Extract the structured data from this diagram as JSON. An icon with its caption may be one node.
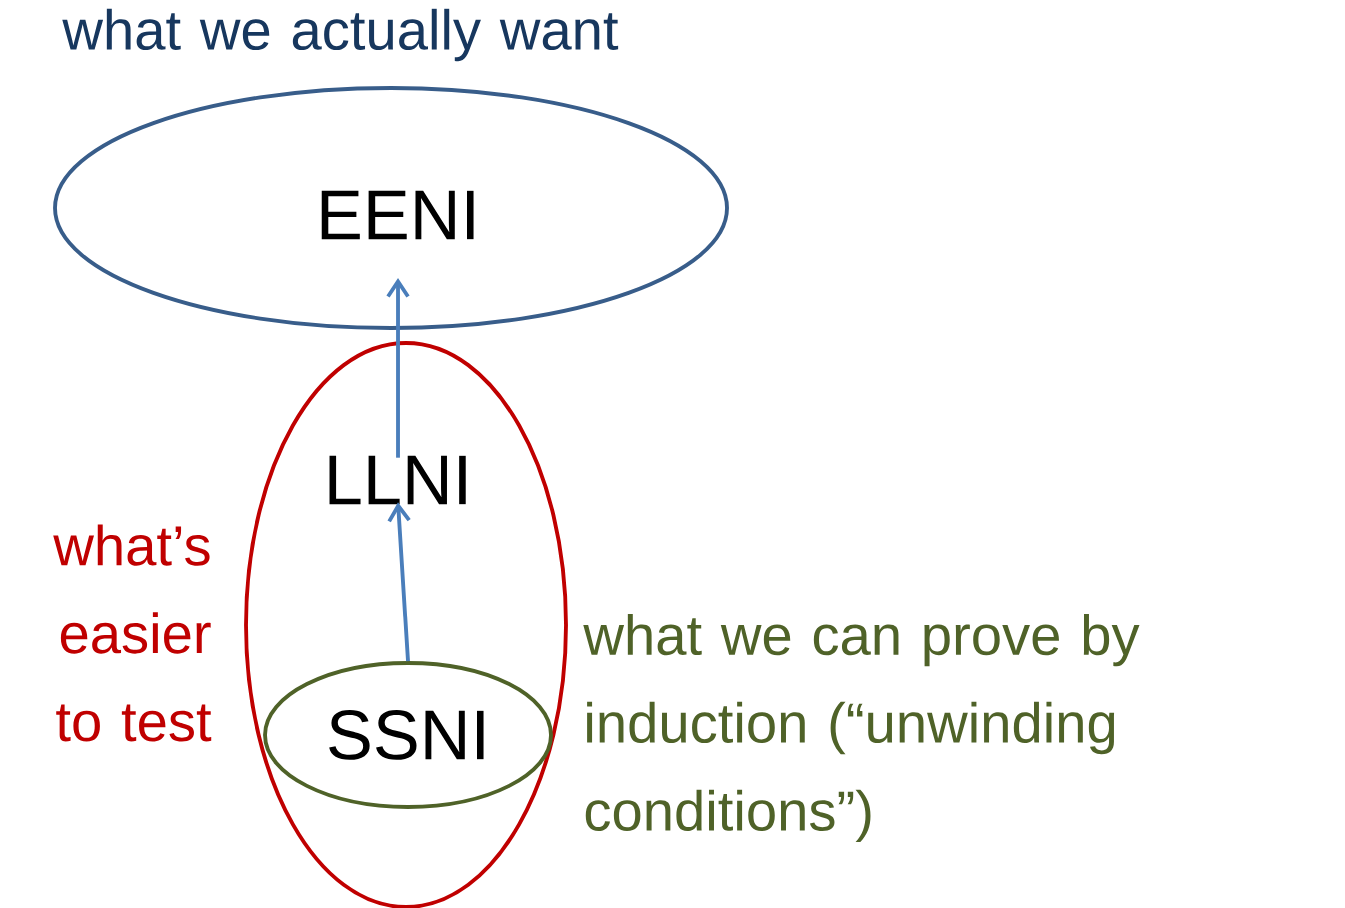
{
  "diagram": {
    "nodes": [
      {
        "text": [
          "EENI"
        ],
        "beside": [
          "what we actually want"
        ]
      },
      {
        "text": [],
        "shape": "ellipse",
        "beside": [
          "what’s easier to test"
        ]
      },
      {
        "text": [
          "LLNI"
        ],
        "in": 1
      },
      {
        "text": [
          "SSNI"
        ],
        "beside": [
          "what we can prove by induction (“unwinding conditions”)"
        ],
        "in": 1
      }
    ],
    "edges": [
      {
        "from": 3,
        "to": 2,
        "arrow": "to"
      },
      {
        "from": 2,
        "to": 0,
        "arrow": "to"
      }
    ]
  }
}
